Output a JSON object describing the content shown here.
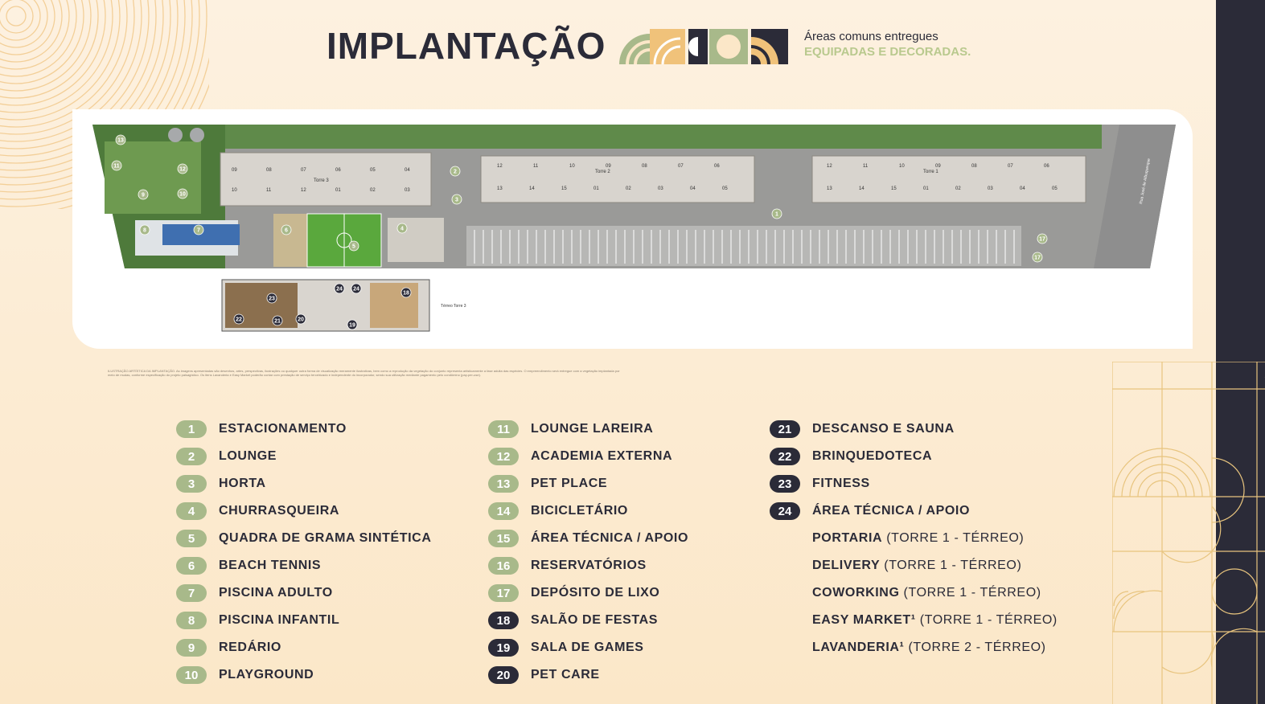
{
  "header": {
    "title": "IMPLANTAÇÃO",
    "tagline_line1": "Áreas comuns entregues",
    "tagline_line2": "EQUIPADAS E DECORADAS."
  },
  "colors": {
    "dark": "#2b2b38",
    "green": "#a8b98a",
    "sand": "#f0c27a",
    "background": "#fbe7c8"
  },
  "plan": {
    "tower3_label": "Torre 3",
    "tower2_label": "Torre 2",
    "tower1_label": "Torre 1",
    "tower3_units_top": [
      "09",
      "08",
      "07",
      "06",
      "05",
      "04"
    ],
    "tower3_units_bottom": [
      "10",
      "11",
      "12",
      "01",
      "02",
      "03"
    ],
    "tower2_units_top": [
      "12",
      "11",
      "10",
      "09",
      "08",
      "07",
      "06"
    ],
    "tower2_units_bottom": [
      "13",
      "14",
      "15",
      "01",
      "02",
      "03",
      "04",
      "05"
    ],
    "tower1_units_top": [
      "12",
      "11",
      "10",
      "09",
      "08",
      "07",
      "06"
    ],
    "tower1_units_bottom": [
      "13",
      "14",
      "15",
      "01",
      "02",
      "03",
      "04",
      "05"
    ],
    "ground_floor_label": "Térreo Torre 3",
    "street_label": "Rua José de Albuquerque"
  },
  "disclaimer": "ILUSTRAÇÃO ARTÍSTICA DA IMPLANTAÇÃO. As imagens apresentadas são desenhos, artes, perspectivas, ilustrações ou qualquer outra forma de visualização meramente ilustrativas, bem como a reprodução da vegetação do conjunto representa artisticamente a fase adulta das espécies. O empreendimento será entregue com a vegetação implantada por meio de mudas, conforme especificação do projeto paisagístico. Os itens Lavanderia e Easy Market poderão contar com prestação de serviço terceirizado e independente do incorporador, sendo sua utilização mediante pagamento pelo condômino (pay-per-use).",
  "legend": {
    "col1": [
      {
        "num": "1",
        "label": "ESTACIONAMENTO",
        "style": "green"
      },
      {
        "num": "2",
        "label": "LOUNGE",
        "style": "green"
      },
      {
        "num": "3",
        "label": "HORTA",
        "style": "green"
      },
      {
        "num": "4",
        "label": "CHURRASQUEIRA",
        "style": "green"
      },
      {
        "num": "5",
        "label": "QUADRA DE GRAMA SINTÉTICA",
        "style": "green"
      },
      {
        "num": "6",
        "label": "BEACH TENNIS",
        "style": "green"
      },
      {
        "num": "7",
        "label": "PISCINA ADULTO",
        "style": "green"
      },
      {
        "num": "8",
        "label": "PISCINA INFANTIL",
        "style": "green"
      },
      {
        "num": "9",
        "label": "REDÁRIO",
        "style": "green"
      },
      {
        "num": "10",
        "label": "PLAYGROUND",
        "style": "green"
      }
    ],
    "col2": [
      {
        "num": "11",
        "label": "LOUNGE LAREIRA",
        "style": "green"
      },
      {
        "num": "12",
        "label": "ACADEMIA EXTERNA",
        "style": "green"
      },
      {
        "num": "13",
        "label": "PET PLACE",
        "style": "green"
      },
      {
        "num": "14",
        "label": "BICICLETÁRIO",
        "style": "green"
      },
      {
        "num": "15",
        "label": "ÁREA TÉCNICA / APOIO",
        "style": "green"
      },
      {
        "num": "16",
        "label": "RESERVATÓRIOS",
        "style": "green"
      },
      {
        "num": "17",
        "label": "DEPÓSITO DE LIXO",
        "style": "green"
      },
      {
        "num": "18",
        "label": "SALÃO DE FESTAS",
        "style": "dark"
      },
      {
        "num": "19",
        "label": "SALA DE GAMES",
        "style": "dark"
      },
      {
        "num": "20",
        "label": "PET CARE",
        "style": "dark"
      }
    ],
    "col3": [
      {
        "num": "21",
        "label": "DESCANSO E SAUNA",
        "style": "dark",
        "suffix": ""
      },
      {
        "num": "22",
        "label": "BRINQUEDOTECA",
        "style": "dark",
        "suffix": ""
      },
      {
        "num": "23",
        "label": "FITNESS",
        "style": "dark",
        "suffix": ""
      },
      {
        "num": "24",
        "label": "ÁREA TÉCNICA / APOIO",
        "style": "dark",
        "suffix": ""
      },
      {
        "num": "",
        "label": "PORTARIA",
        "style": "empty",
        "suffix": " (TORRE 1 - TÉRREO)"
      },
      {
        "num": "",
        "label": "DELIVERY",
        "style": "empty",
        "suffix": " (TORRE 1 - TÉRREO)"
      },
      {
        "num": "",
        "label": "COWORKING",
        "style": "empty",
        "suffix": " (TORRE 1 - TÉRREO)"
      },
      {
        "num": "",
        "label": "EASY MARKET¹",
        "style": "empty",
        "suffix": " (TORRE 1 - TÉRREO)"
      },
      {
        "num": "",
        "label": "LAVANDERIA¹",
        "style": "empty",
        "suffix": " (TORRE 2 - TÉRREO)"
      }
    ]
  }
}
